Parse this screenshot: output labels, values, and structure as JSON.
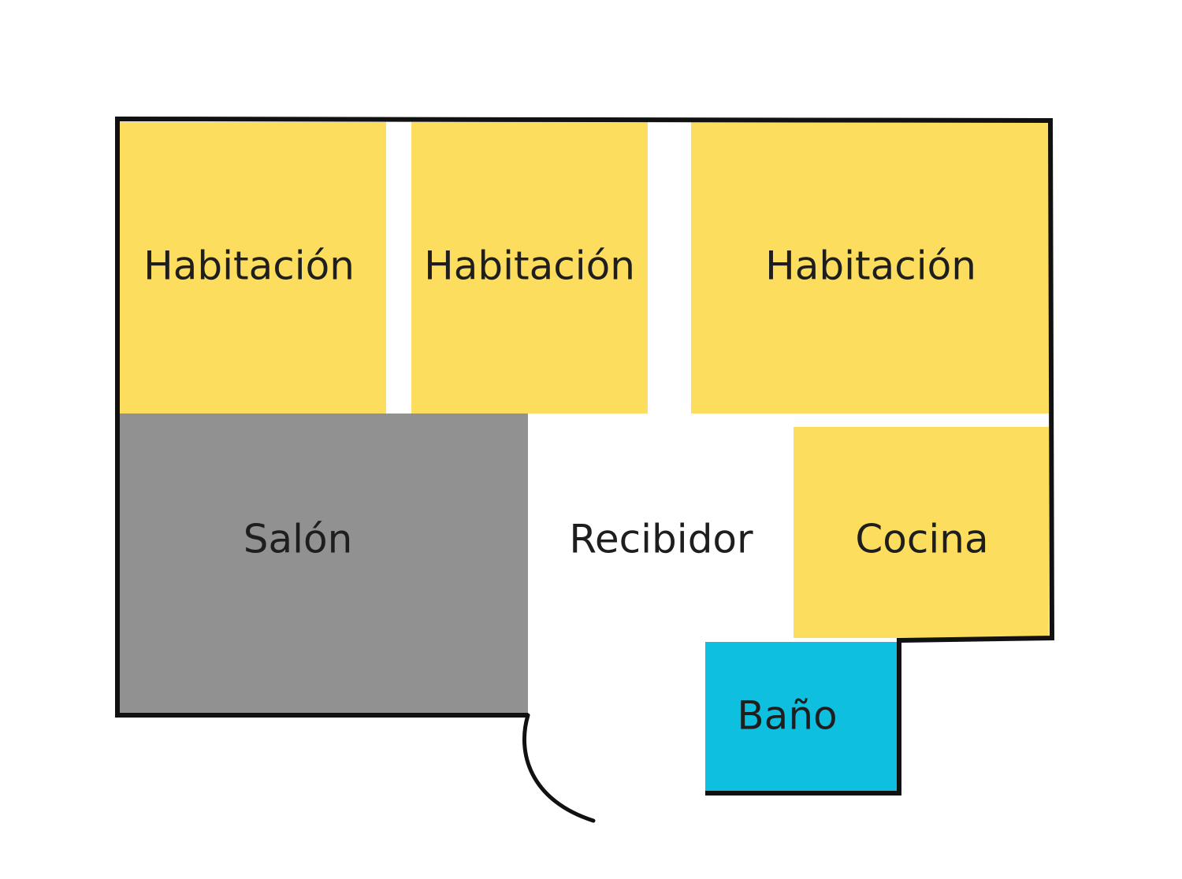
{
  "rooms": {
    "habitacion_1": {
      "label": "Habitación",
      "color": "#fcdd5d"
    },
    "habitacion_2": {
      "label": "Habitación",
      "color": "#fcdd5d"
    },
    "habitacion_3": {
      "label": "Habitación",
      "color": "#fcdd5d"
    },
    "salon": {
      "label": "Salón",
      "color": "#919191"
    },
    "recibidor": {
      "label": "Recibidor",
      "color": "#ffffff"
    },
    "cocina": {
      "label": "Cocina",
      "color": "#fcdd5d"
    },
    "bano": {
      "label": "Baño",
      "color": "#0fbfe0"
    }
  },
  "colors": {
    "wall": "#111111",
    "text": "#1e1e1e",
    "background": "#ffffff"
  }
}
